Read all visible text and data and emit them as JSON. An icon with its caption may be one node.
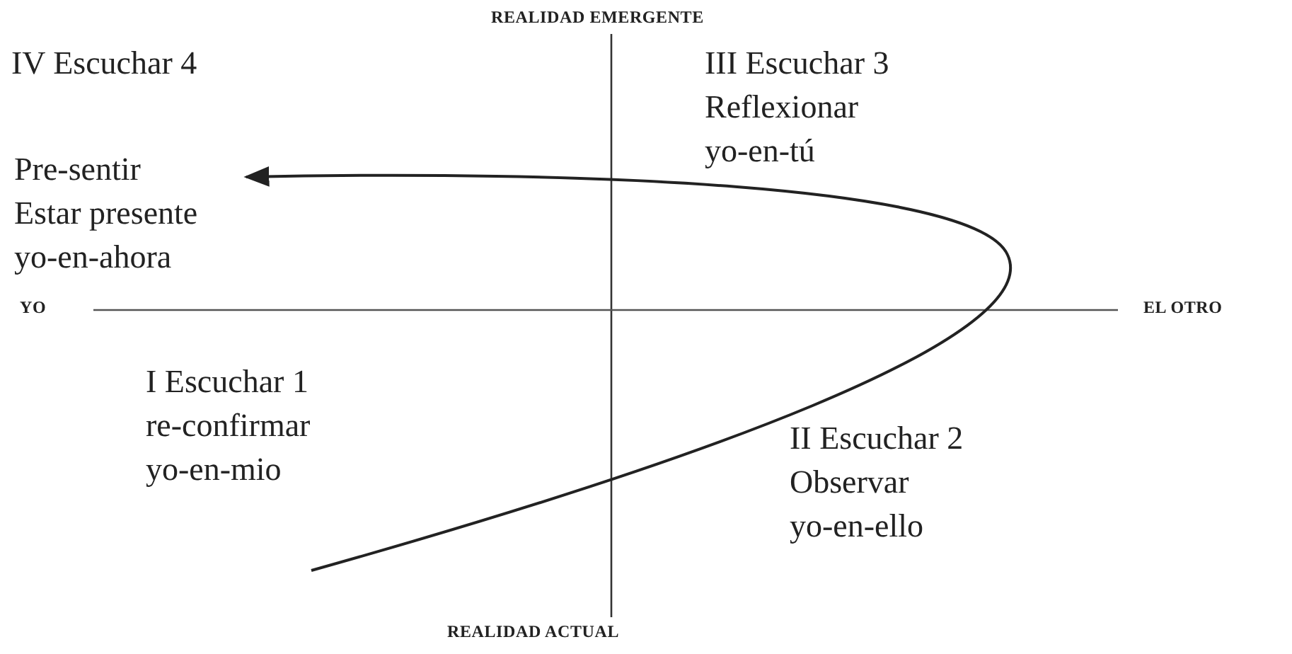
{
  "diagram": {
    "labels": [
      "REALIDAD EMERGENTE",
      "IV Escuchar 4",
      "III Escuchar 3",
      "Reflexionar",
      "yo-en-tú",
      "Pre-sentir",
      "Estar presente",
      "yo-en-ahora",
      "YO",
      "EL OTRO",
      "I Escuchar 1",
      "re-confirmar",
      "yo-en-mio",
      "II Escuchar 2",
      "Observar",
      "yo-en-ello",
      "REALIDAD ACTUAL"
    ]
  }
}
